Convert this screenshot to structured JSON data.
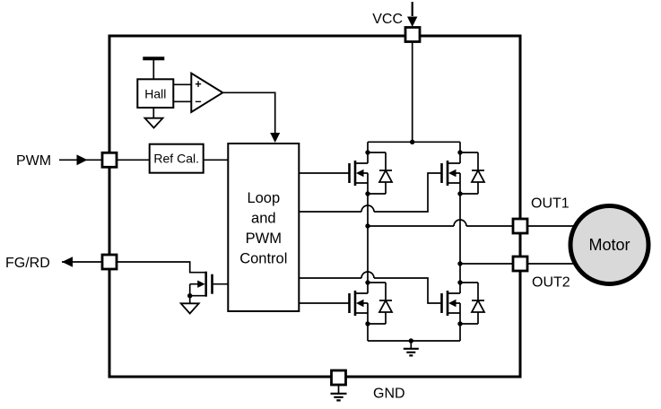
{
  "pin_labels": {
    "vcc": "VCC",
    "pwm": "PWM",
    "fg_rd": "FG/RD",
    "out1": "OUT1",
    "out2": "OUT2",
    "gnd": "GND"
  },
  "blocks": {
    "hall": "Hall",
    "ref_cal": "Ref Cal.",
    "loop_pwm_control": {
      "line1": "Loop",
      "line2": "and",
      "line3": "PWM",
      "line4": "Control"
    }
  },
  "comparator": {
    "plus": "+",
    "minus": "−"
  },
  "motor": {
    "label": "Motor",
    "fill": "#d9d9d9"
  },
  "colors": {
    "line": "#000000",
    "background": "#ffffff"
  }
}
